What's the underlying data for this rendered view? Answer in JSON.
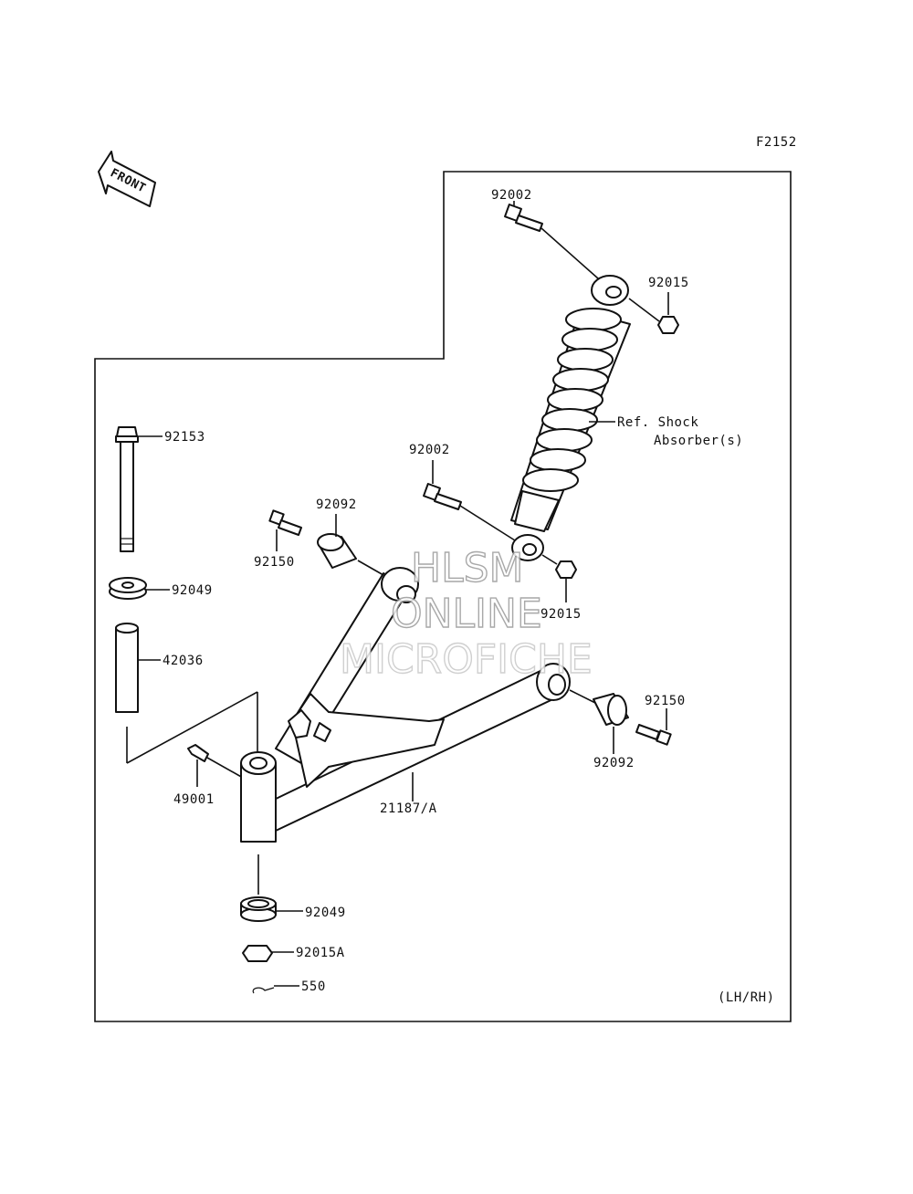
{
  "diagram": {
    "figure_code": "F2152",
    "front_arrow_label": "FRONT",
    "variant_note": "(LH/RH)",
    "watermark": {
      "line1": "HLSM",
      "line2": "ONLINE",
      "line3": "MICROFICHE"
    },
    "ref_note": {
      "line1": "Ref. Shock",
      "line2": "Absorber(s)"
    },
    "parts": {
      "bolt_upper": "92002",
      "nut_upper": "92015",
      "bolt_lower": "92002",
      "nut_lower": "92015",
      "bolt_pivot": "92153",
      "washer_top": "92049",
      "collar": "42036",
      "grease_fitting": "49001",
      "arm": "21187/A",
      "bolt_arm_left": "92150",
      "bushing_left": "92092",
      "bushing_right": "92092",
      "bolt_arm_right": "92150",
      "seal_bottom": "92049",
      "nut_castle": "92015A",
      "cotter_pin": "550"
    }
  }
}
